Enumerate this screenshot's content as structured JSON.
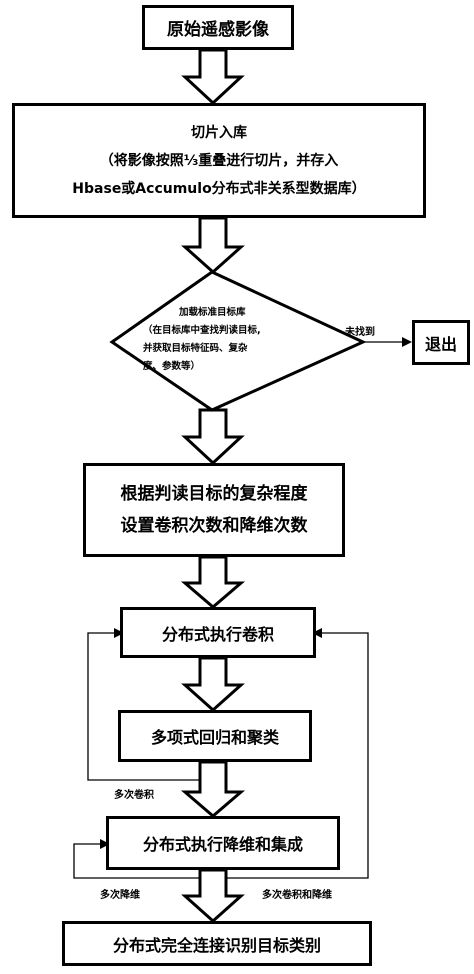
{
  "nodes": {
    "source": "原始遥感影像",
    "slice_title": "切片入库",
    "slice_line2": "（将影像按照⅓重叠进行切片，并存入",
    "slice_line3": "Hbase或Accumulo分布式非关系型数据库）",
    "decision_line1": "加载标准目标库",
    "decision_line2": "（在目标库中查找判读目标,",
    "decision_line3": "并获取目标特征码、复杂",
    "decision_line4": "度、参数等）",
    "exit": "退出",
    "set_line1": "根据判读目标的复杂程度",
    "set_line2": "设置卷积次数和降维次数",
    "conv": "分布式执行卷积",
    "regress": "多项式回归和聚类",
    "reduce": "分布式执行降维和集成",
    "final": "分布式完全连接识别目标类别"
  },
  "edge_labels": {
    "not_found": "未找到",
    "multi_conv": "多次卷积",
    "multi_reduce": "多次降维",
    "multi_conv_reduce": "多次卷积和降维"
  }
}
